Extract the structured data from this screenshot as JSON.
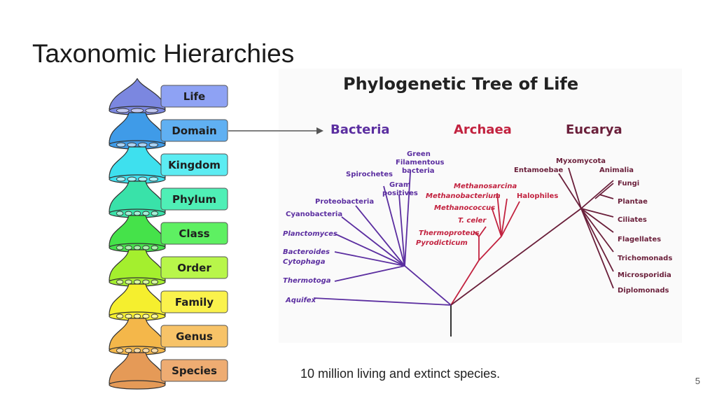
{
  "slide": {
    "title": "Taxonomic Hierarchies",
    "caption": "10 million living and extinct species.",
    "page_number": "5"
  },
  "ranks": [
    {
      "label": "Life",
      "color": "#7b87e0",
      "box": "#8ea2f4"
    },
    {
      "label": "Domain",
      "color": "#3f9be8",
      "box": "#60b0f2"
    },
    {
      "label": "Kingdom",
      "color": "#3ee0ee",
      "box": "#5cecf2"
    },
    {
      "label": "Phylum",
      "color": "#39e2a9",
      "box": "#4fefb6"
    },
    {
      "label": "Class",
      "color": "#45e24a",
      "box": "#5ef062"
    },
    {
      "label": "Order",
      "color": "#a4ef2e",
      "box": "#b8f64a"
    },
    {
      "label": "Family",
      "color": "#f5ef2e",
      "box": "#faf24c"
    },
    {
      "label": "Genus",
      "color": "#f4b74a",
      "box": "#f7c368"
    },
    {
      "label": "Species",
      "color": "#e59a57",
      "box": "#eeac72"
    }
  ],
  "tree": {
    "title": "Phylogenetic Tree of Life",
    "domains": [
      {
        "label": "Bacteria",
        "color": "#5b2ea0"
      },
      {
        "label": "Archaea",
        "color": "#c2223f"
      },
      {
        "label": "Eucarya",
        "color": "#6a1f3a"
      }
    ],
    "bacteria": {
      "green_filamentous": [
        "Green",
        "Filamentous",
        "bacteria"
      ],
      "spirochetes": "Spirochetes",
      "gram_positives": [
        "Gram",
        "positives"
      ],
      "proteobacteria": "Proteobacteria",
      "cyanobacteria": "Cyanobacteria",
      "planctomyces": "Planctomyces",
      "bacteroides_cytophaga": [
        "Bacteroides",
        "Cytophaga"
      ],
      "thermotoga": "Thermotoga",
      "aquifex": "Aquifex"
    },
    "archaea": {
      "methanosarcina": "Methanosarcina",
      "methanobacterium": "Methanobacterium",
      "halophiles": "Halophiles",
      "methanococcus": "Methanococcus",
      "t_celer": "T. celer",
      "thermoproteus": "Thermoproteus",
      "pyrodicticum": "Pyrodicticum"
    },
    "eucarya": {
      "myxomycota": "Myxomycota",
      "entamoebae": "Entamoebae",
      "animalia": "Animalia",
      "fungi": "Fungi",
      "plantae": "Plantae",
      "ciliates": "Ciliates",
      "flagellates": "Flagellates",
      "trichomonads": "Trichomonads",
      "microsporidia": "Microsporidia",
      "diplomonads": "Diplomonads"
    }
  },
  "colors": {
    "bacteria_branch": "#5b2ea0",
    "archaea_branch": "#c2223f",
    "eucarya_branch": "#6a1f3a",
    "arrow": "#555555"
  }
}
